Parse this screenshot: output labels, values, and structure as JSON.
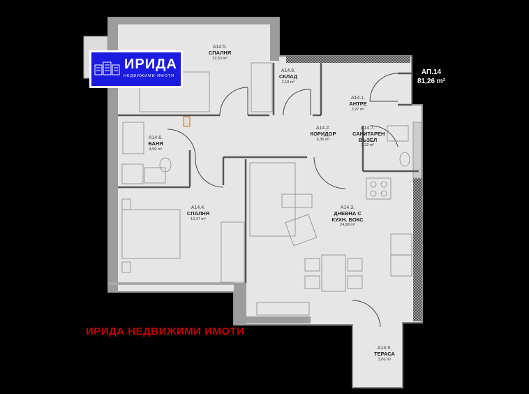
{
  "logo": {
    "name": "ИРИДА",
    "tagline": "НЕДВИЖИМИ ИМОТИ",
    "color": "#1c1ce0"
  },
  "apartment": {
    "label": "АП.14",
    "area": "81,26 m²"
  },
  "watermark": {
    "text": "ИРИДА НЕДВИЖИМИ ИМОТИ",
    "color": "#c40000"
  },
  "rooms": [
    {
      "code": "A14.5.",
      "name": "СПАЛНЯ",
      "area": "12,53 m²"
    },
    {
      "code": "A14.8.",
      "name": "СКЛАД",
      "area": "2,18 m²"
    },
    {
      "code": "A14.1.",
      "name": "АНТРЕ",
      "area": "3,97 m²"
    },
    {
      "code": "A14.2.",
      "name": "КОРИДОР",
      "area": "6,36 m²"
    },
    {
      "code": "A14.7.",
      "name": "САНИТАРЕН ВЪЗЕЛ",
      "area": "2,32 m²"
    },
    {
      "code": "A14.6.",
      "name": "БАНЯ",
      "area": "4,59 m²"
    },
    {
      "code": "A14.4.",
      "name": "СПАЛНЯ",
      "area": "12,47 m²"
    },
    {
      "code": "A14.3.",
      "name": "ДНЕВНА С КУХН. БОКС",
      "area": "24,98 m²"
    },
    {
      "code": "A14.9.",
      "name": "ТЕРАСА",
      "area": "3,06 m²"
    }
  ]
}
